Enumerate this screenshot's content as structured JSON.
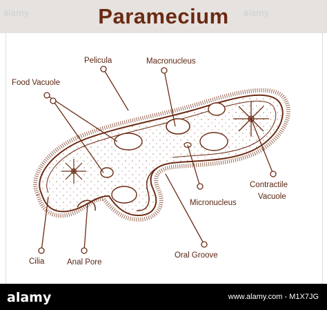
{
  "title": "Paramecium",
  "labels": {
    "pelicula": "Pelicula",
    "macronucleus": "Macronucleus",
    "food_vacuole": "Food Vacuole",
    "contractile_vacuole_1": "Contractile",
    "contractile_vacuole_2": "Vacuole",
    "micronucleus": "Micronucleus",
    "cilia": "Cilia",
    "anal_pore": "Anal Pore",
    "oral_groove": "Oral Groove"
  },
  "watermark": {
    "logo": "alamy",
    "image_id": "www.alamy.com",
    "code": "M1X7JG",
    "overlay_text": "alamy"
  },
  "colors": {
    "ink": "#6b2a13",
    "title_bar": "#e6e2df",
    "footer": "#000000"
  }
}
